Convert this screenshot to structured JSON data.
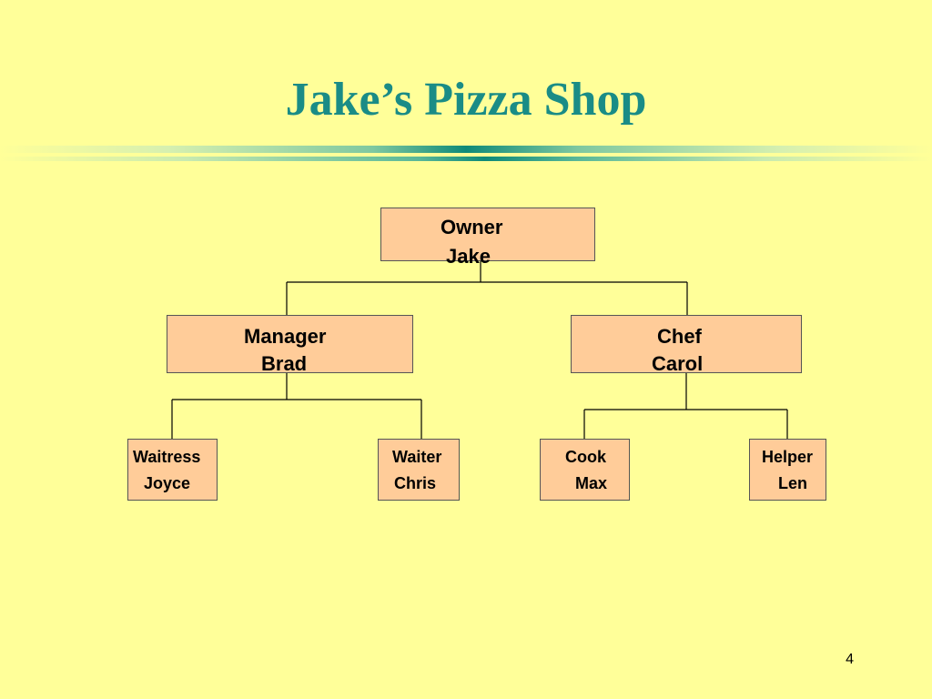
{
  "slide": {
    "title": "Jake’s Pizza Shop",
    "page_number": "4"
  },
  "org_chart": {
    "owner": {
      "role": "Owner",
      "name": "Jake"
    },
    "manager": {
      "role": "Manager",
      "name": "Brad"
    },
    "chef": {
      "role": "Chef",
      "name": "Carol"
    },
    "waitress": {
      "role": "Waitress",
      "name": "Joyce"
    },
    "waiter": {
      "role": "Waiter",
      "name": "Chris"
    },
    "cook": {
      "role": "Cook",
      "name": "Max"
    },
    "helper": {
      "role": "Helper",
      "name": "Len"
    }
  },
  "colors": {
    "background": "#FFFF99",
    "title": "#1A8C86",
    "box_fill": "#FFCC99",
    "box_border": "#555555",
    "connector": "#000000"
  }
}
